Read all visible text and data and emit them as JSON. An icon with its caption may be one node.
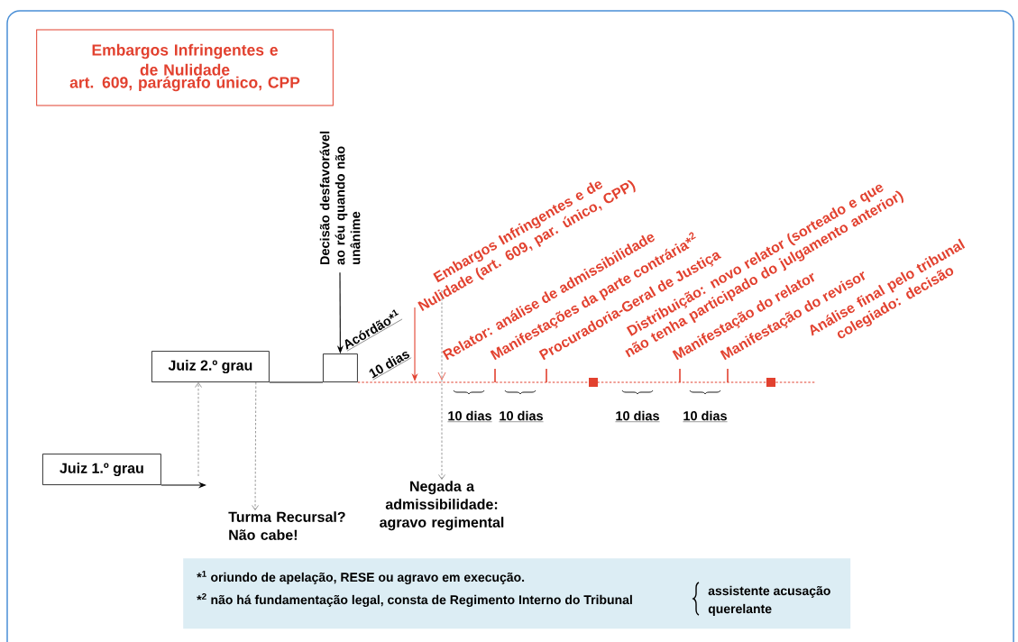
{
  "diagram": {
    "nodes": [
      {
        "text": [
          "Embargos Infringentes e de Nulidade",
          "art. 609, parágrafo único, CPP"
        ]
      },
      {
        "text": [
          "Decisão desfavorável ao réu quando não unânime"
        ]
      },
      {
        "text": [
          "Embargos Infringentes e de Nulidade (art. 609, par. único, CPP)"
        ]
      },
      {
        "text": [],
        "shape": "box",
        "beside": [
          "Acórdão*$^{1}$"
        ]
      },
      {
        "text": [
          "Juiz 2.º grau"
        ]
      },
      {
        "text": [
          "Juiz 1.º grau"
        ]
      },
      {
        "text": [
          "Turma Recursal? Não cabe!"
        ]
      },
      {
        "text": [
          "Negada a admissibilidade: agravo regimental"
        ]
      },
      {
        "text": [
          "*$^{1}$ oriundo de apelação, RESE ou agravo em execução.",
          "*$^{2}$ não há fundamentação legal, consta de Regimento Interno do Tribunal",
          "assistente acusação",
          "querelante"
        ]
      }
    ],
    "edges": [
      {
        "from": 1,
        "to": 3,
        "arrow": "to"
      },
      {
        "from": 2,
        "to": null,
        "arrow": "to",
        "color": "#e2412f"
      },
      {
        "from": 2,
        "to": 7,
        "arrow": "to",
        "style": "dashed"
      },
      {
        "from": 4,
        "to": 3,
        "arrow": "none"
      },
      {
        "from": 3,
        "to": null,
        "arrow": "none",
        "style": "dashed",
        "color": "#e2412f",
        "label": "10 dias"
      },
      {
        "from": 5,
        "to": null,
        "arrow": "to"
      },
      {
        "from": null,
        "to": 4,
        "arrow": "to",
        "style": "dashed"
      },
      {
        "from": 4,
        "to": 6,
        "arrow": "to",
        "style": "dashed"
      }
    ],
    "labels": [
      "Relator: análise de admissibilidade",
      "Manifestações da parte contrária*$^{2}$",
      "Procuradoria-Geral de Justiça",
      "Distribuição: novo relator (sorteado e que não tenha participado do julgamento anterior)",
      "Manifestação do relator",
      "Manifestação do revisor",
      "Análise final pelo tribunal colegiado: decisão",
      "10 dias",
      "10 dias",
      "10 dias",
      "10 dias"
    ]
  }
}
